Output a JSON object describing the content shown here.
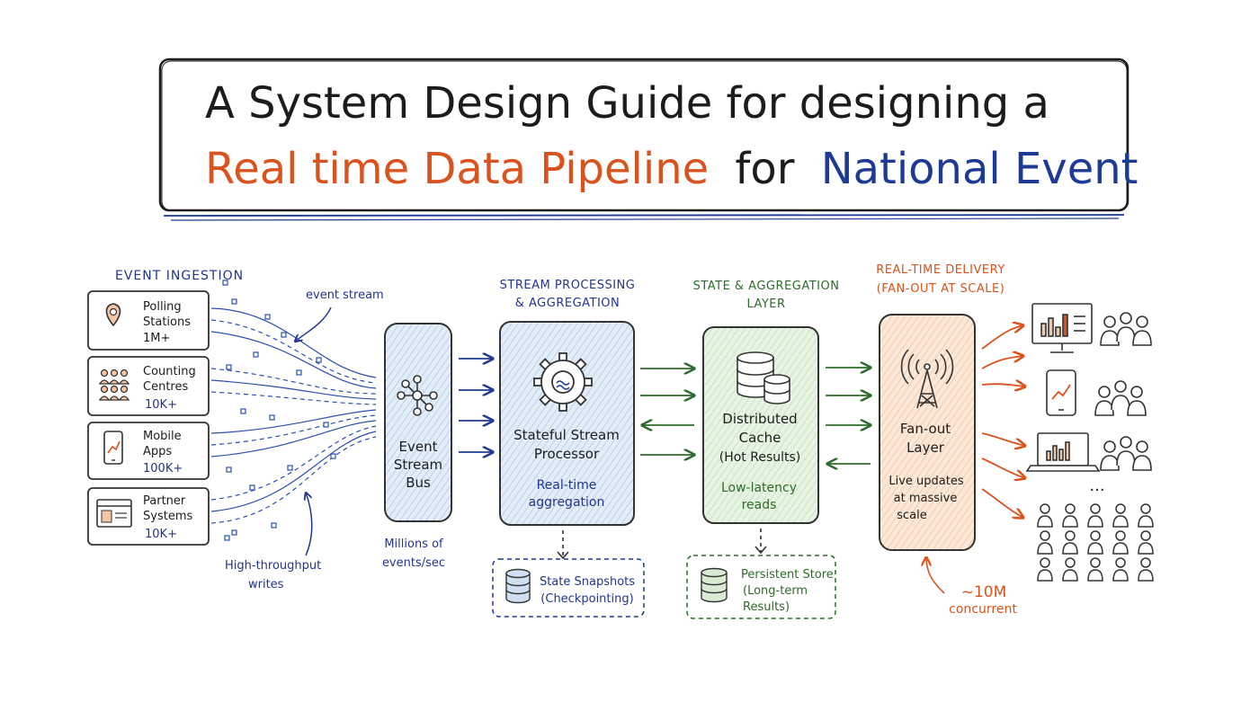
{
  "colors": {
    "ink": "#1c1c1c",
    "orange": "#d9531e",
    "blue": "#1d3a94",
    "navy": "#22358f",
    "green": "#2e6b2a",
    "lightblue": "#cfe0f2",
    "lightgreen": "#d9ecd3",
    "lightorange": "#f7dcc4",
    "dot": "#2b4fae"
  },
  "title": {
    "line1": "A System Design Guide for designing a",
    "line2_part1": "Real time Data Pipeline",
    "line2_part2": "for",
    "line2_part3": "National Event"
  },
  "ingestion": {
    "heading": "EVENT INGESTION",
    "sources": [
      {
        "line1": "Polling",
        "line2": "Stations",
        "count": "1M+",
        "icon": "location-pin-icon"
      },
      {
        "line1": "Counting",
        "line2": "Centres",
        "count": "10K+",
        "icon": "people-group-icon"
      },
      {
        "line1": "Mobile",
        "line2": "Apps",
        "count": "100K+",
        "icon": "mobile-phone-icon"
      },
      {
        "line1": "Partner",
        "line2": "Systems",
        "count": "10K+",
        "icon": "browser-window-icon"
      }
    ],
    "event_stream_label": "event stream",
    "writes_label_1": "High-throughput",
    "writes_label_2": "writes"
  },
  "bus": {
    "line1": "Event",
    "line2": "Stream",
    "line3": "Bus",
    "caption1": "Millions of",
    "caption2": "events/sec"
  },
  "processing": {
    "heading1": "STREAM PROCESSING",
    "heading2": "& AGGREGATION",
    "box_line1": "Stateful Stream",
    "box_line2": "Processor",
    "sub1": "Real-time",
    "sub2": "aggregation",
    "snapshot1": "State Snapshots",
    "snapshot2": "(Checkpointing)"
  },
  "state": {
    "heading1": "STATE & AGGREGATION",
    "heading2": "LAYER",
    "box_line1": "Distributed",
    "box_line2": "Cache",
    "box_line3": "(Hot Results)",
    "sub1": "Low-latency",
    "sub2": "reads",
    "store1": "Persistent Store",
    "store2": "(Long-term",
    "store3": "Results)"
  },
  "delivery": {
    "heading1": "REAL-TIME DELIVERY",
    "heading2": "(FAN-OUT AT SCALE)",
    "box_line1": "Fan-out",
    "box_line2": "Layer",
    "sub1": "Live updates",
    "sub2": "at massive",
    "sub3": "scale",
    "concurrent1": "~10M",
    "concurrent2": "concurrent",
    "ellipsis": "..."
  }
}
